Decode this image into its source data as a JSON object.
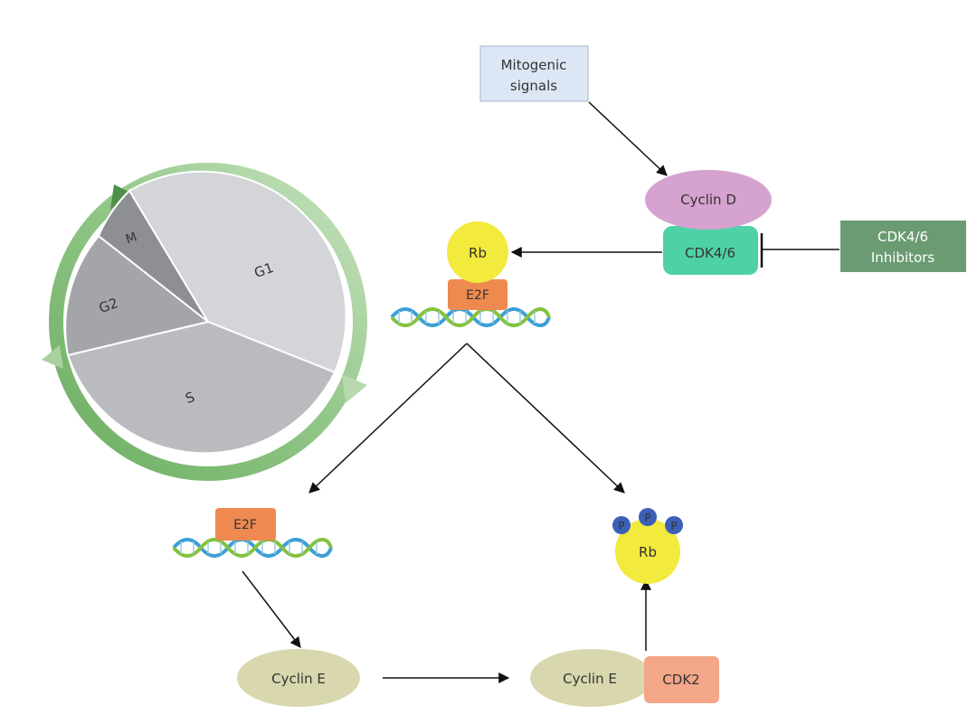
{
  "cell_cycle": {
    "phases": {
      "g1": "G1",
      "s": "S",
      "g2": "G2",
      "m": "M"
    }
  },
  "nodes": {
    "mitogenic_signals": {
      "line1": "Mitogenic",
      "line2": "signals"
    },
    "cyclin_d": "Cyclin D",
    "cdk46": "CDK4/6",
    "cdk46_inhibitors": {
      "line1": "CDK4/6",
      "line2": "Inhibitors"
    },
    "rb_top": "Rb",
    "e2f_top": "E2F",
    "e2f_bottom": "E2F",
    "rb_phosphorylated": "Rb",
    "phospho_label": "P",
    "cyclin_e_left": "Cyclin E",
    "cyclin_e_right": "Cyclin E",
    "cdk2": "CDK2"
  },
  "colors": {
    "mitogenic_box": "#dde6f5",
    "cyclin_d": "#d6a2cf",
    "cdk46": "#4fd1a8",
    "inhibitors": "#6b9b72",
    "rb": "#f2ea3d",
    "e2f": "#ee8a50",
    "cyclin_e": "#d8d7ad",
    "cdk2": "#f3a688",
    "phospho": "#3c5fb7",
    "ring_dark": "#5fa157",
    "ring_light": "#c5e0bd"
  }
}
